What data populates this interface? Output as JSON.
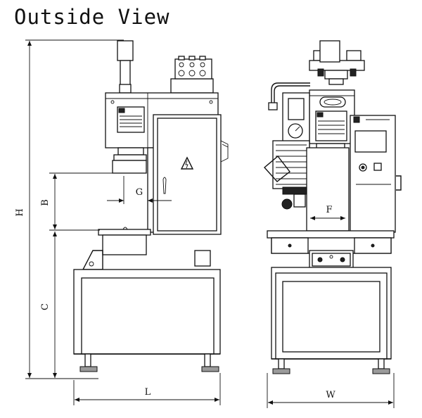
{
  "title": "Outside View",
  "dimensions": {
    "H": "H",
    "B": "B",
    "C": "C",
    "G": "G",
    "L": "L",
    "F": "F",
    "W": "W"
  }
}
